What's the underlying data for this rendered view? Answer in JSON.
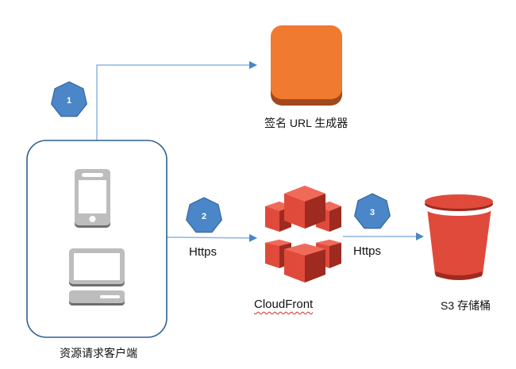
{
  "diagram": {
    "nodes": {
      "client": {
        "label": "资源请求客户端",
        "icons": [
          "mobile-phone-icon",
          "desktop-computer-icon"
        ]
      },
      "signer": {
        "label": "签名 URL 生成器",
        "color": "#F07A2F"
      },
      "cloudfront": {
        "label": "CloudFront",
        "color": "#E04A3B"
      },
      "s3": {
        "label": "S3 存储桶",
        "color": "#E04A3B"
      }
    },
    "steps": [
      {
        "number": "1",
        "from": "client",
        "to": "signer",
        "label": ""
      },
      {
        "number": "2",
        "from": "client",
        "to": "cloudfront",
        "label": "Https"
      },
      {
        "number": "3",
        "from": "cloudfront",
        "to": "s3",
        "label": "Https"
      }
    ],
    "colors": {
      "badge": "#4A86C8",
      "badge_stroke": "#2F5F93",
      "arrow": "#6A9FD8",
      "client_border": "#2F5F93",
      "device_gray": "#B9B9B9"
    }
  }
}
